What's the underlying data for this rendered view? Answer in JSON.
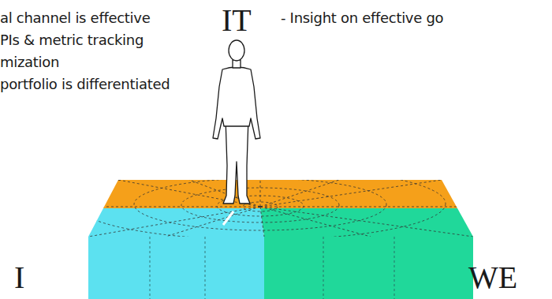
{
  "diagram": {
    "labels": [
      "al channel is effective",
      "PIs & metric tracking",
      "mization",
      "portfolio is differentiated",
      "IT",
      "- Insight on effective go",
      "I",
      "WE"
    ]
  }
}
